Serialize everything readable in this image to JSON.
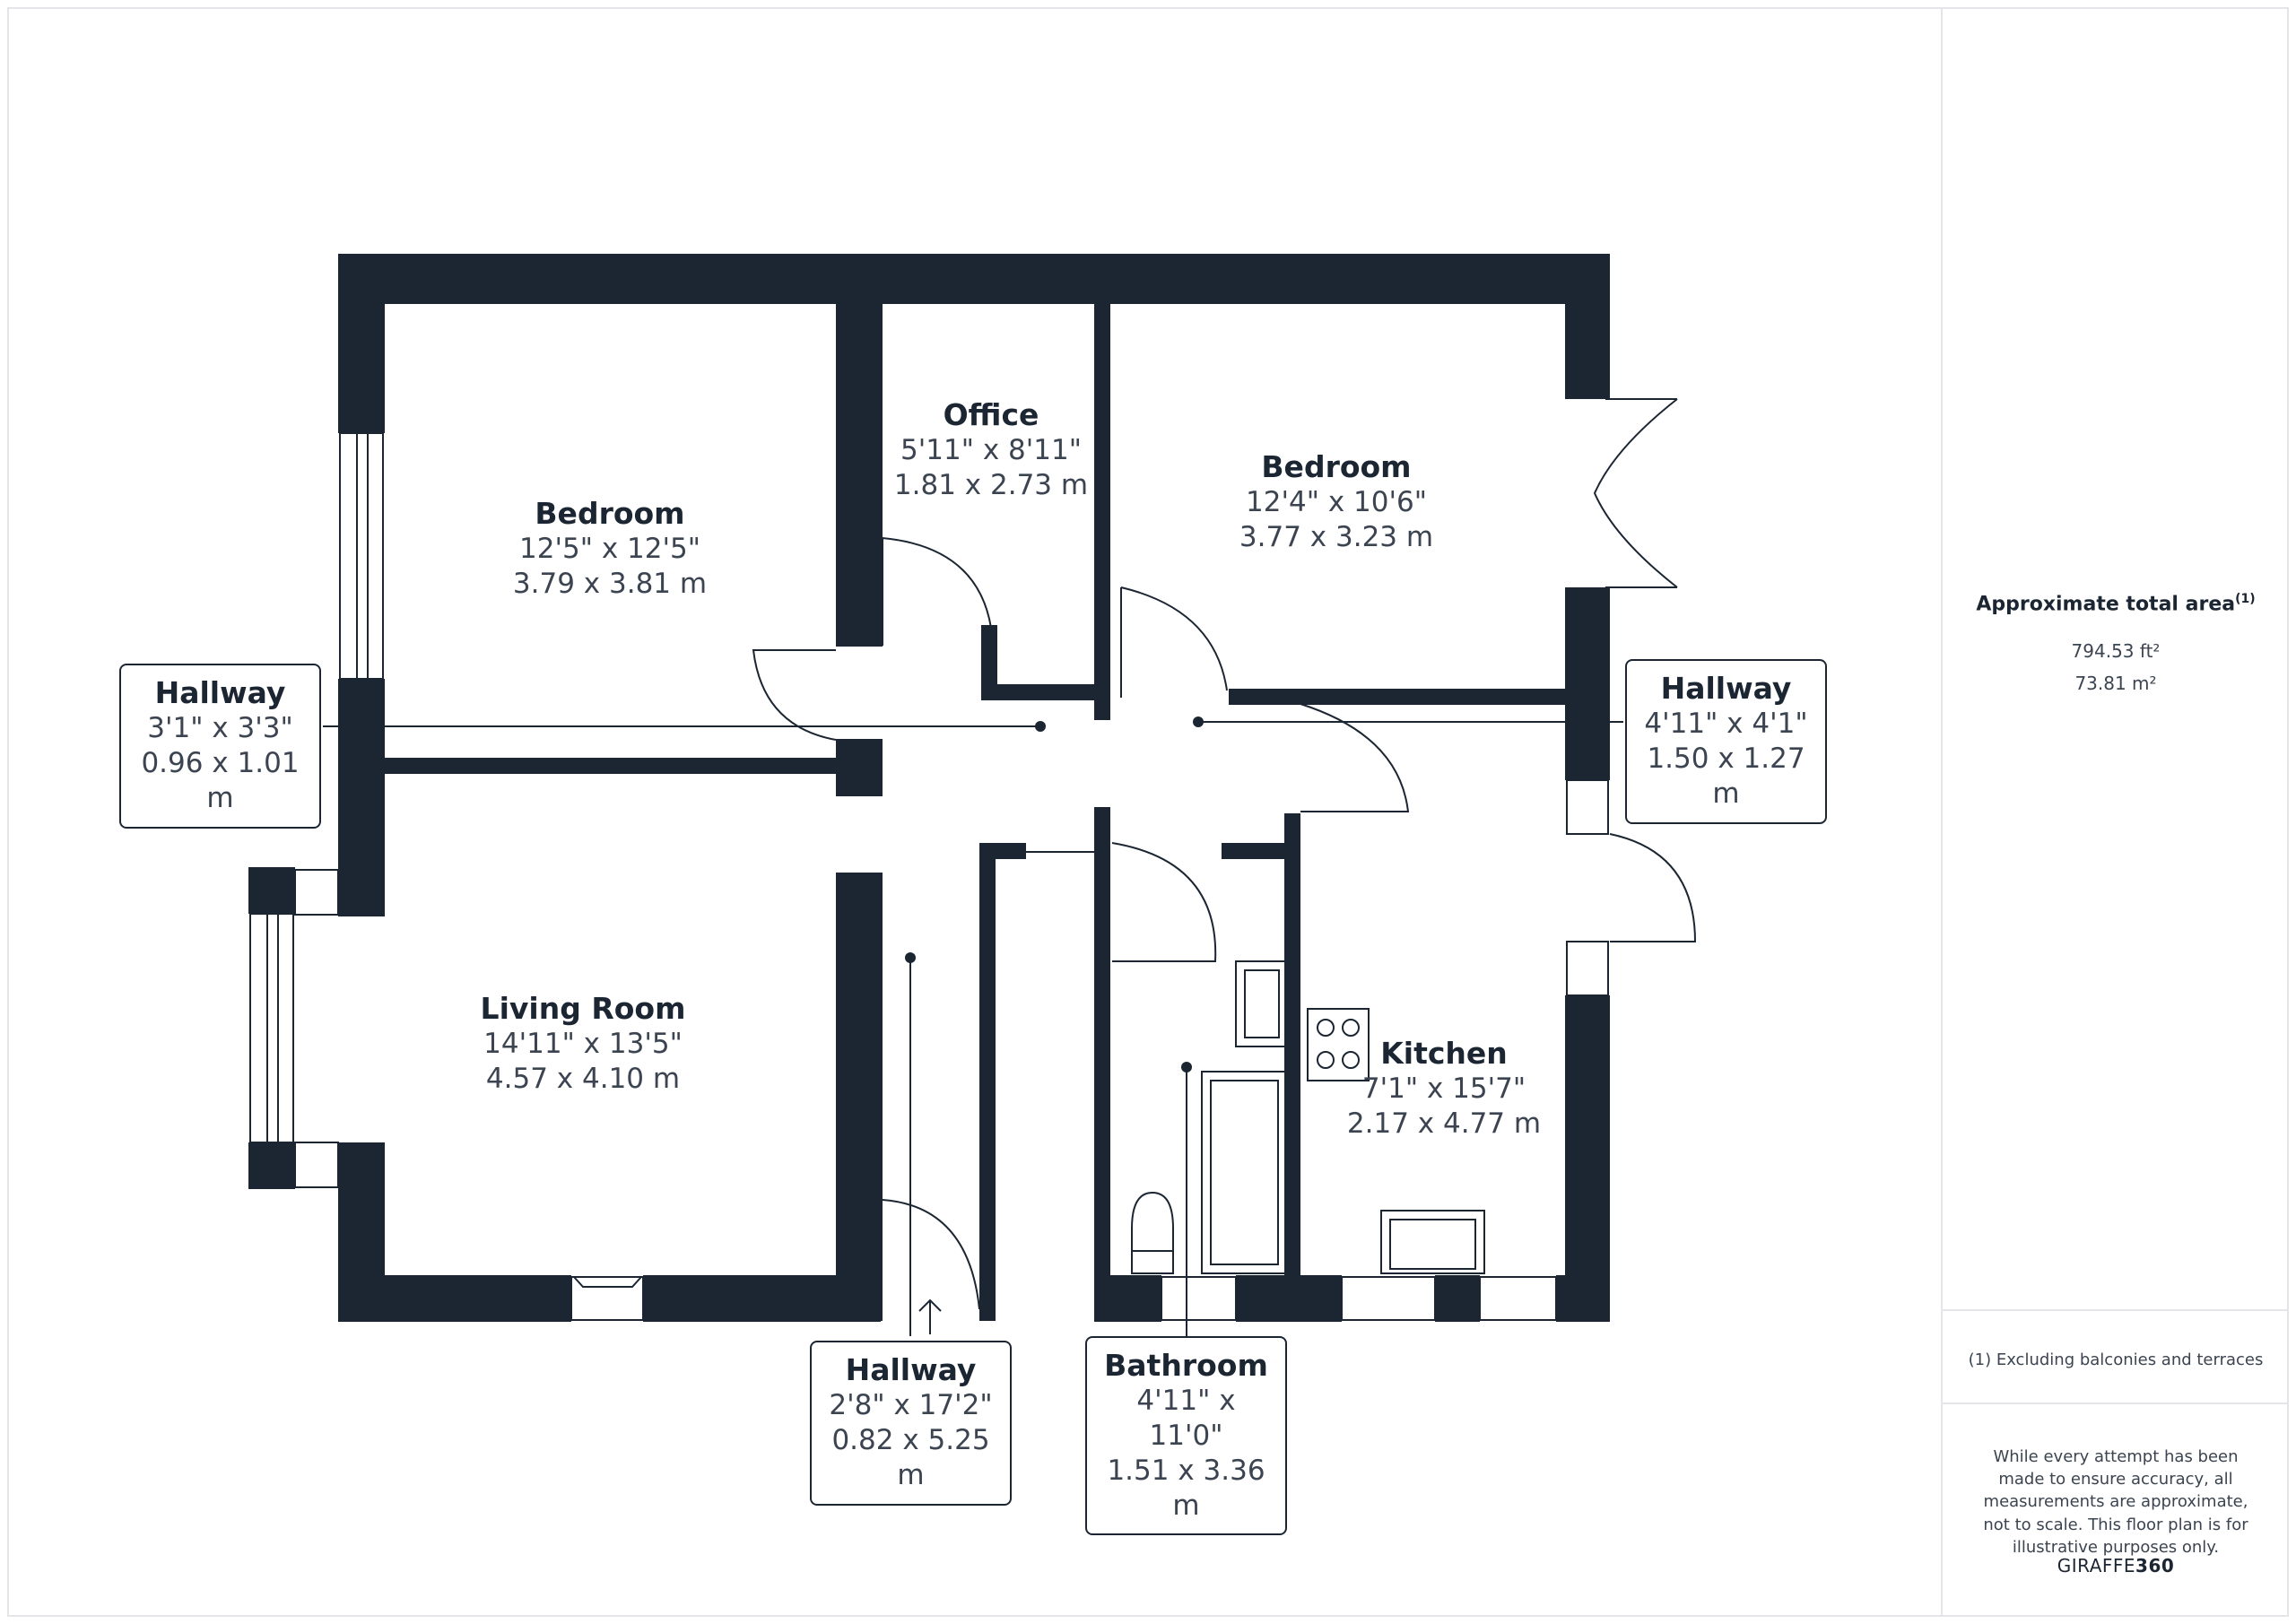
{
  "rooms": {
    "bedroom1": {
      "name": "Bedroom",
      "imperial": "12'5\" x 12'5\"",
      "metric": "3.79 x 3.81 m"
    },
    "office": {
      "name": "Office",
      "imperial": "5'11\" x 8'11\"",
      "metric": "1.81 x 2.73 m"
    },
    "bedroom2": {
      "name": "Bedroom",
      "imperial": "12'4\" x 10'6\"",
      "metric": "3.77 x 3.23 m"
    },
    "living_room": {
      "name": "Living Room",
      "imperial": "14'11\" x 13'5\"",
      "metric": "4.57 x 4.10 m"
    },
    "kitchen": {
      "name": "Kitchen",
      "imperial": "7'1\" x 15'7\"",
      "metric": "2.17 x 4.77 m"
    },
    "hallway_left": {
      "name": "Hallway",
      "imperial": "3'1\" x 3'3\"",
      "metric": "0.96 x 1.01 m"
    },
    "hallway_right": {
      "name": "Hallway",
      "imperial": "4'11\" x 4'1\"",
      "metric": "1.50 x 1.27 m"
    },
    "hallway_bottom": {
      "name": "Hallway",
      "imperial": "2'8\" x 17'2\"",
      "metric": "0.82 x 5.25 m"
    },
    "bathroom": {
      "name": "Bathroom",
      "imperial": "4'11\" x 11'0\"",
      "metric": "1.51 x 3.36 m"
    }
  },
  "side": {
    "area_title": "Approximate total area",
    "area_footnote_marker": "(1)",
    "area_ft2": "794.53 ft²",
    "area_m2": "73.81 m²",
    "note": "(1) Excluding balconies and terraces",
    "disclaimer": "While every attempt has been made to ensure accuracy, all measurements are approximate, not to scale. This floor plan is for illustrative purposes only.",
    "brand_prefix": "GIRAFFE",
    "brand_suffix": "360"
  },
  "colors": {
    "wall": "#1c2633",
    "text": "#1c2633",
    "divider": "#e3e5e8"
  }
}
